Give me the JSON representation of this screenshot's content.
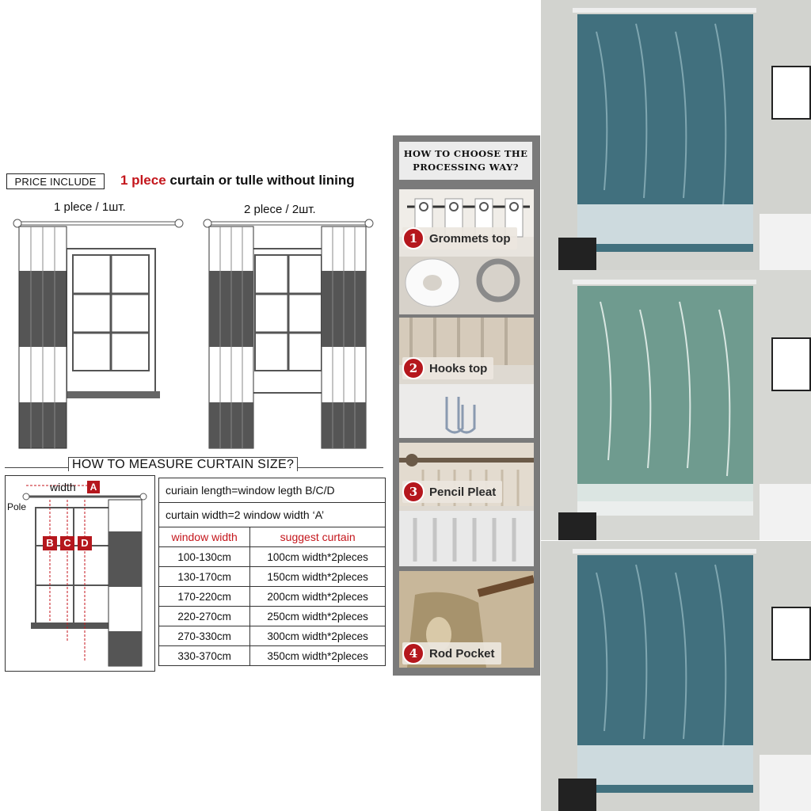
{
  "header": {
    "price_include": "PRICE INCLUDE",
    "headline_red": "1 plece",
    "headline_rest": " curtain or tulle without lining"
  },
  "diagrams": {
    "one_piece_label": "1 plece / 1шт.",
    "two_piece_label": "2 plece / 2шт."
  },
  "measure": {
    "title": "HOW TO MEASURE CURTAIN SIZE?",
    "width_label": "width",
    "badge_a": "A",
    "pole_label": "Pole",
    "badge_b": "B",
    "badge_c": "C",
    "badge_d": "D"
  },
  "table": {
    "length_rule": "curiain length=window legth B/C/D",
    "width_rule": "curtain width=2 window width ‘A’",
    "col_window": "window width",
    "col_suggest": "suggest curtain",
    "rows": [
      {
        "window": "100-130cm",
        "curtain": "100cm width*2pleces"
      },
      {
        "window": "130-170cm",
        "curtain": "150cm width*2pleces"
      },
      {
        "window": "170-220cm",
        "curtain": "200cm width*2pleces"
      },
      {
        "window": "220-270cm",
        "curtain": "250cm width*2pleces"
      },
      {
        "window": "270-330cm",
        "curtain": "300cm width*2pleces"
      },
      {
        "window": "330-370cm",
        "curtain": "350cm width*2pleces"
      }
    ]
  },
  "processing": {
    "title_line1": "HOW TO CHOOSE THE",
    "title_line2": "PROCESSING WAY?",
    "options": [
      {
        "num": "1",
        "label": "Grommets top"
      },
      {
        "num": "2",
        "label": "Hooks top"
      },
      {
        "num": "3",
        "label": "Pencil Pleat"
      },
      {
        "num": "4",
        "label": "Rod Pocket"
      }
    ]
  },
  "colors": {
    "accent_red": "#c4161c",
    "panel_gray": "#7a7a7a",
    "curtain_blue": "#3f6a78",
    "curtain_green": "#6e9a8e"
  }
}
